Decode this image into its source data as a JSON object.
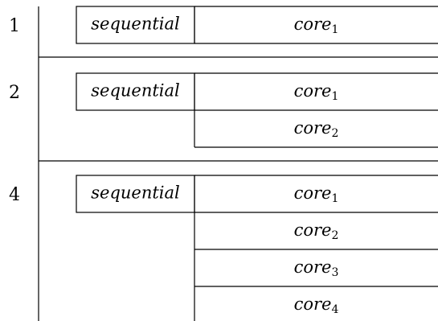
{
  "groups": [
    {
      "label": "1",
      "sequential": "sequential",
      "cores": [
        {
          "base": "core",
          "sub": "1"
        }
      ]
    },
    {
      "label": "2",
      "sequential": "sequential",
      "cores": [
        {
          "base": "core",
          "sub": "1"
        },
        {
          "base": "core",
          "sub": "2"
        }
      ]
    },
    {
      "label": "4",
      "sequential": "sequential",
      "cores": [
        {
          "base": "core",
          "sub": "1"
        },
        {
          "base": "core",
          "sub": "2"
        },
        {
          "base": "core",
          "sub": "3"
        },
        {
          "base": "core",
          "sub": "4"
        }
      ]
    }
  ]
}
